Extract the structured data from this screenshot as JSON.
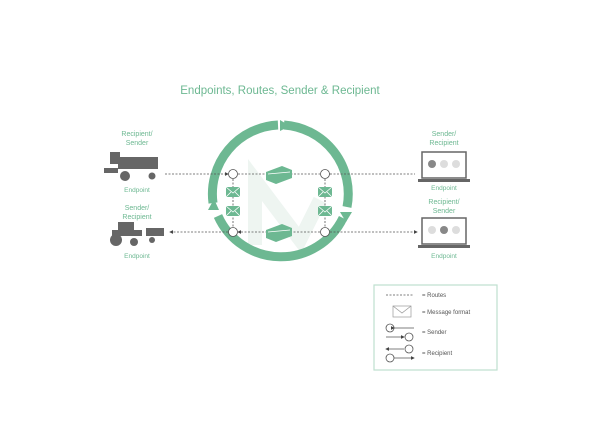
{
  "title": "Endpoints, Routes, Sender & Recipient",
  "endpoints": {
    "combine": {
      "role_line1": "Recipient/",
      "role_line2": "Sender",
      "label": "Endpoint"
    },
    "tractor": {
      "role_line1": "Sender/",
      "role_line2": "Recipient",
      "label": "Endpoint"
    },
    "laptop_top": {
      "role_line1": "Sender/",
      "role_line2": "Recipient",
      "label": "Endpoint"
    },
    "laptop_bottom": {
      "role_line1": "Recipient/",
      "role_line2": "Sender",
      "label": "Endpoint"
    }
  },
  "legend": {
    "routes": "= Routes",
    "message_format": "= Message format",
    "sender": "= Sender",
    "recipient": "= Recipient"
  },
  "colors": {
    "accent": "#6db892",
    "gray": "#666666"
  }
}
